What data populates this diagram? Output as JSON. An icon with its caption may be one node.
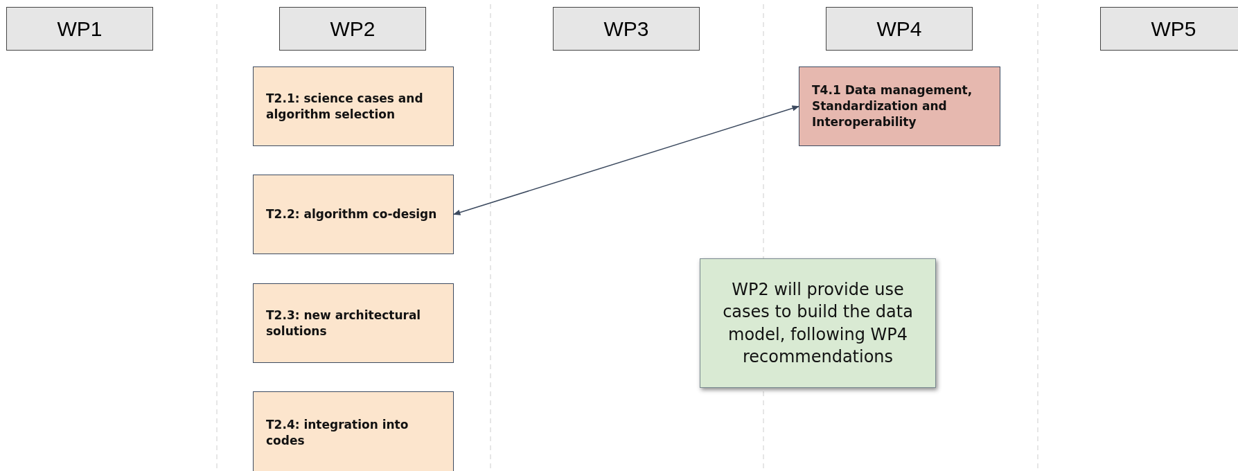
{
  "diagram": {
    "nodes": [
      {
        "text": [
          "WP1"
        ]
      },
      {
        "text": [
          "WP2"
        ]
      },
      {
        "text": [
          "WP3"
        ]
      },
      {
        "text": [
          "WP4"
        ]
      },
      {
        "text": [
          "WP5"
        ]
      },
      {
        "text": [
          "T2.1: science cases and algorithm selection"
        ]
      },
      {
        "text": [
          "T2.2: algorithm co-design"
        ]
      },
      {
        "text": [
          "T2.3: new architectural solutions"
        ]
      },
      {
        "text": [
          "T2.4: integration into codes"
        ]
      },
      {
        "text": [
          "T4.1 Data management, Standardization and Interoperability"
        ]
      },
      {
        "text": [
          "WP2 will provide use cases to build the data model, following WP4 recommendations"
        ]
      }
    ],
    "edges": [
      {
        "from": 6,
        "to": 9,
        "arrow": "both"
      }
    ]
  }
}
